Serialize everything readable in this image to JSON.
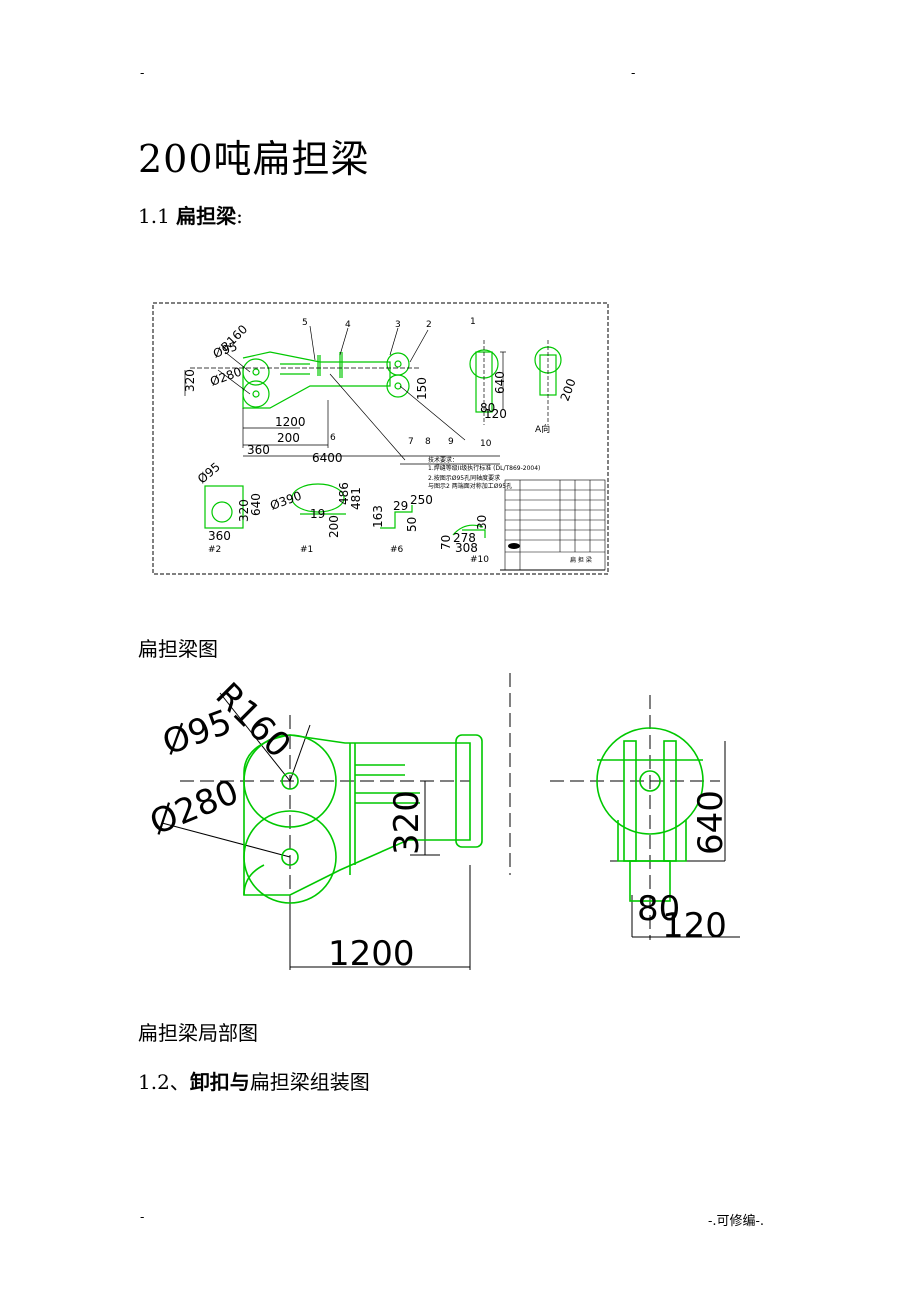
{
  "header": {
    "left_mark": "-",
    "right_mark": "-"
  },
  "title": "200吨扁担梁",
  "section_1_1": {
    "number": "1.1 ",
    "label": "扁担梁",
    "colon": ":"
  },
  "figure1": {
    "caption": "扁担梁图",
    "dims": {
      "r160": "R160",
      "d95": "Ø95",
      "d280": "Ø280",
      "h320": "320",
      "w1200": "1200",
      "w200": "200",
      "w360": "360",
      "w6400": "6400",
      "h640": "640",
      "h150": "150",
      "w80": "80",
      "w120": "120",
      "h200": "200",
      "d390": "Ø390",
      "h486": "486",
      "h481": "481",
      "w19": "19",
      "w200b": "200",
      "w250": "250",
      "w29": "29",
      "h50": "50",
      "h163": "163",
      "w278": "278",
      "w308": "308",
      "h30": "30",
      "h70": "70",
      "d95b": "Ø95",
      "h320b": "320",
      "h640b": "640",
      "w360b": "360"
    },
    "balloons": [
      "5",
      "4",
      "3",
      "2",
      "1",
      "6",
      "7",
      "8",
      "9",
      "10"
    ],
    "view_labels": {
      "a": "A向",
      "b": "#2",
      "c": "#1",
      "d": "#6",
      "e": "#10"
    },
    "notes": [
      "技术要求：",
      "1.焊缝等级II级执行标准 (DL/T869-2004)",
      "2.按图示Ø95孔同轴度要求",
      "与图示2 两端面对称加工Ø95孔"
    ],
    "title_block": "扁 担 梁"
  },
  "figure2": {
    "caption": "扁担梁局部图",
    "dims": {
      "r160": "R160",
      "d95": "Ø95",
      "d280": "Ø280",
      "h320": "320",
      "w1200": "1200",
      "h640": "640",
      "w80": "80",
      "w120": "120"
    }
  },
  "section_1_2": {
    "number": "1.2、",
    "bold": "卸扣与",
    "rest": "扁担梁组装图"
  },
  "footer": {
    "left_mark": "-",
    "right_text": "-.可修编-."
  }
}
